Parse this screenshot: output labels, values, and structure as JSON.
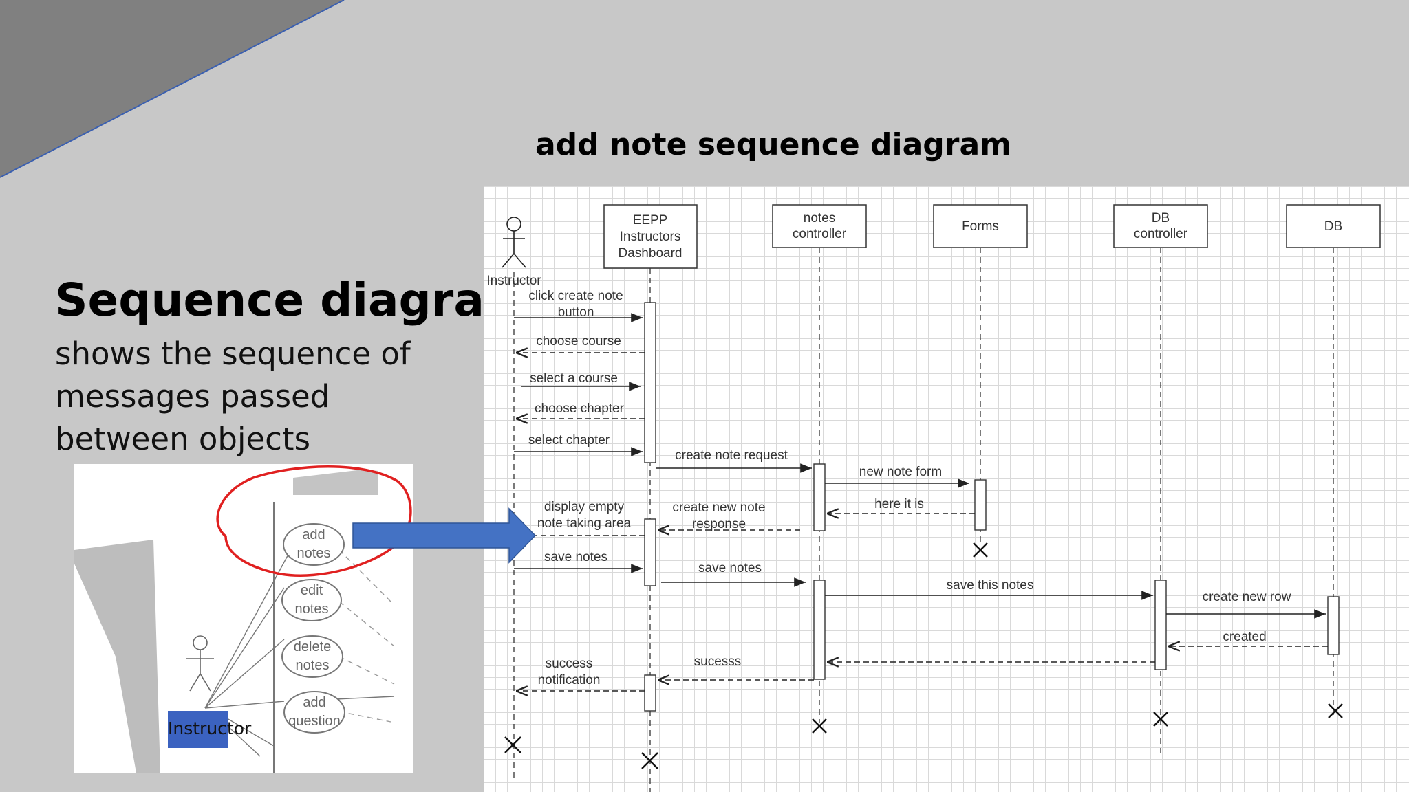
{
  "slide": {
    "diagram_title": "add note sequence diagram",
    "heading": "Sequence diagram",
    "subtitle": "shows the sequence of messages passed between objects"
  },
  "sequence": {
    "actor_label": "Instructor",
    "lifelines": [
      {
        "id": "dashboard",
        "lines": [
          "EEPP",
          "Instructors",
          "Dashboard"
        ]
      },
      {
        "id": "notes_controller",
        "lines": [
          "notes",
          "controller"
        ]
      },
      {
        "id": "forms",
        "lines": [
          "Forms"
        ]
      },
      {
        "id": "db_controller",
        "lines": [
          "DB",
          "controller"
        ]
      },
      {
        "id": "db",
        "lines": [
          "DB"
        ]
      }
    ],
    "messages": [
      {
        "label": [
          "click create note",
          "button"
        ],
        "kind": "sync"
      },
      {
        "label": [
          "choose course"
        ],
        "kind": "return"
      },
      {
        "label": [
          "select a course"
        ],
        "kind": "sync"
      },
      {
        "label": [
          "choose chapter"
        ],
        "kind": "return"
      },
      {
        "label": [
          "select chapter"
        ],
        "kind": "sync"
      },
      {
        "label": [
          "create note request"
        ],
        "kind": "sync"
      },
      {
        "label": [
          "new note form"
        ],
        "kind": "sync"
      },
      {
        "label": [
          "here it is"
        ],
        "kind": "return"
      },
      {
        "label": [
          "create new note",
          "response"
        ],
        "kind": "return"
      },
      {
        "label": [
          "display empty",
          "note  taking area"
        ],
        "kind": "return"
      },
      {
        "label": [
          "save notes"
        ],
        "kind": "sync"
      },
      {
        "label": [
          "save notes"
        ],
        "kind": "sync"
      },
      {
        "label": [
          "save this notes"
        ],
        "kind": "sync"
      },
      {
        "label": [
          "create new row"
        ],
        "kind": "sync"
      },
      {
        "label": [
          "created"
        ],
        "kind": "return"
      },
      {
        "label": [
          "sucesss"
        ],
        "kind": "return"
      },
      {
        "label": [
          "success",
          "notification"
        ],
        "kind": "return"
      }
    ]
  },
  "use_case": {
    "actor_label": "Instructor",
    "cases": [
      {
        "lines": [
          "add",
          "notes"
        ]
      },
      {
        "lines": [
          "edit",
          "notes"
        ]
      },
      {
        "lines": [
          "delete",
          "notes"
        ]
      },
      {
        "lines": [
          "add",
          "question"
        ]
      }
    ]
  },
  "colors": {
    "background": "#c8c8c8",
    "corner": "#808080",
    "corner_line": "#3a5fb0",
    "arrow": "#4472c4",
    "highlight_circle": "#e02020",
    "actor_box": "#3b62c0"
  }
}
